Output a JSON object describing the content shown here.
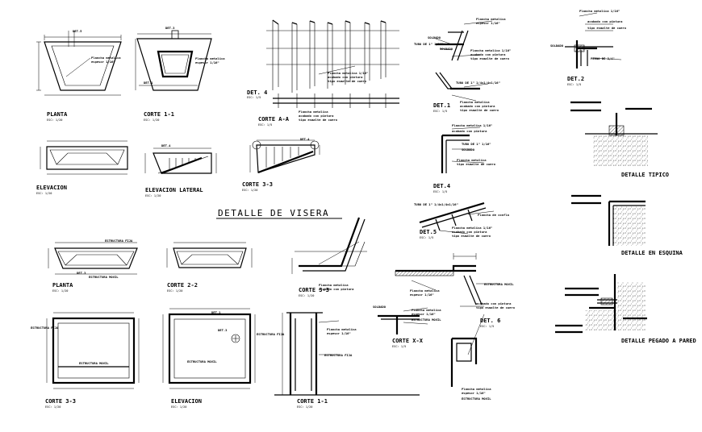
{
  "sheet_title": "DETALLE DE VISERA",
  "views": {
    "planta_top": {
      "title": "PLANTA",
      "scale": "ESC: 1/20",
      "det_ref": "DET.5"
    },
    "corte_1_1_top": {
      "title": "CORTE 1-1",
      "scale": "ESC: 1/20",
      "det_ref": "DET.3",
      "det_ref2": "DET.1"
    },
    "elevacion": {
      "title": "ELEVACION",
      "scale": "ESC: 1/20"
    },
    "elevacion_lateral": {
      "title": "ELEVACION LATERAL",
      "scale": "ESC: 1/20",
      "det_ref": "DET.4"
    },
    "corte_3_3": {
      "title": "CORTE 3-3",
      "scale": "ESC: 1/20",
      "det_ref": "DET.4"
    },
    "det_4": {
      "title": "DET. 4",
      "scale": "ESC: 1/5"
    },
    "corte_a_a": {
      "title": "CORTE A-A",
      "scale": "ESC: 1/5"
    },
    "det_3_top": {
      "title": "DET.3",
      "scale": "ESC: 1/5"
    },
    "det_1_top": {
      "title": "DET.1",
      "scale": "ESC: 1/5"
    },
    "det_4b": {
      "title": "DET.4",
      "scale": "ESC: 1/5"
    },
    "det_5": {
      "title": "DET.5",
      "scale": "ESC: 1/5"
    },
    "det_2": {
      "title": "DET.2",
      "scale": "ESC: 1/5"
    },
    "detalle_tipico": {
      "title": "DETALLE TIPICO"
    },
    "detalle_esquina": {
      "title": "DETALLE EN ESQUINA"
    },
    "detalle_pegado": {
      "title": "DETALLE PEGADO A PARED"
    },
    "planta_bottom": {
      "title": "PLANTA",
      "scale": "ESC: 1/20",
      "det_ref": "DET.3"
    },
    "corte_2_2": {
      "title": "CORTE 2-2",
      "scale": "ESC: 1/20"
    },
    "corte_3_3_bottom": {
      "title": "CORTE 3-3",
      "scale": "ESC: 1/20"
    },
    "elevacion_bottom": {
      "title": "ELEVACION",
      "scale": "ESC: 1/20",
      "det_ref": "DET.1",
      "det_ref2": "DET.3"
    },
    "corte_1_1_bottom": {
      "title": "CORTE 1-1",
      "scale": "ESC: 1/20"
    },
    "det_1_mid": {
      "title": "DET.1",
      "scale": "ESC: 1/5"
    },
    "corte_x_x": {
      "title": "CORTE X-X",
      "scale": "ESC: 1/5"
    },
    "det_6": {
      "title": "DET. 6",
      "scale": "ESC: 1/5"
    }
  },
  "notes": {
    "plancha_metalica": "Plancha metalica",
    "espesor": "espesor 1/16\"",
    "plancha_1_16": "Plancha metalica 1/16\"",
    "acabado": "acabado con pintura",
    "esmalte": "tipo esmalte de cuero",
    "tubo_1": "TUBO DE 1\" 1/16\"",
    "tubo_2": "TUBO DE 1\" 1/4x1/4x1/16\"",
    "soldado": "SOLDADO",
    "perno": "PERNO DE 3/4\"",
    "estructura_fija": "ESTRUCTURA FIJA",
    "estructura_movil": "ESTRUCTURA MOVIL",
    "plancha_sup": "Plancha de confla"
  }
}
